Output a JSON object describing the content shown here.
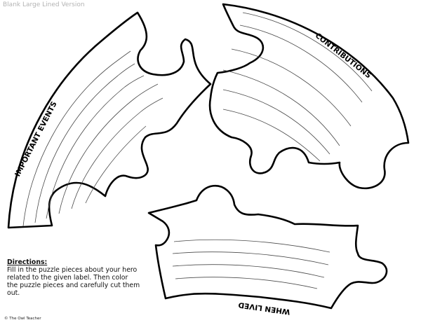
{
  "header": {
    "version_label": "Blank Large Lined Version"
  },
  "pieces": {
    "left_label": "IMPORTANT EVENTS",
    "top_right_label": "CONTRIBUTIONS",
    "bottom_label": "WHEN LIVED"
  },
  "directions": {
    "title": "Directions:",
    "body": "Fill in the puzzle pieces about your hero related to the given label. Then color the puzzle pieces and carefully cut them out."
  },
  "footer": {
    "credit": "© The Owl Teacher"
  }
}
